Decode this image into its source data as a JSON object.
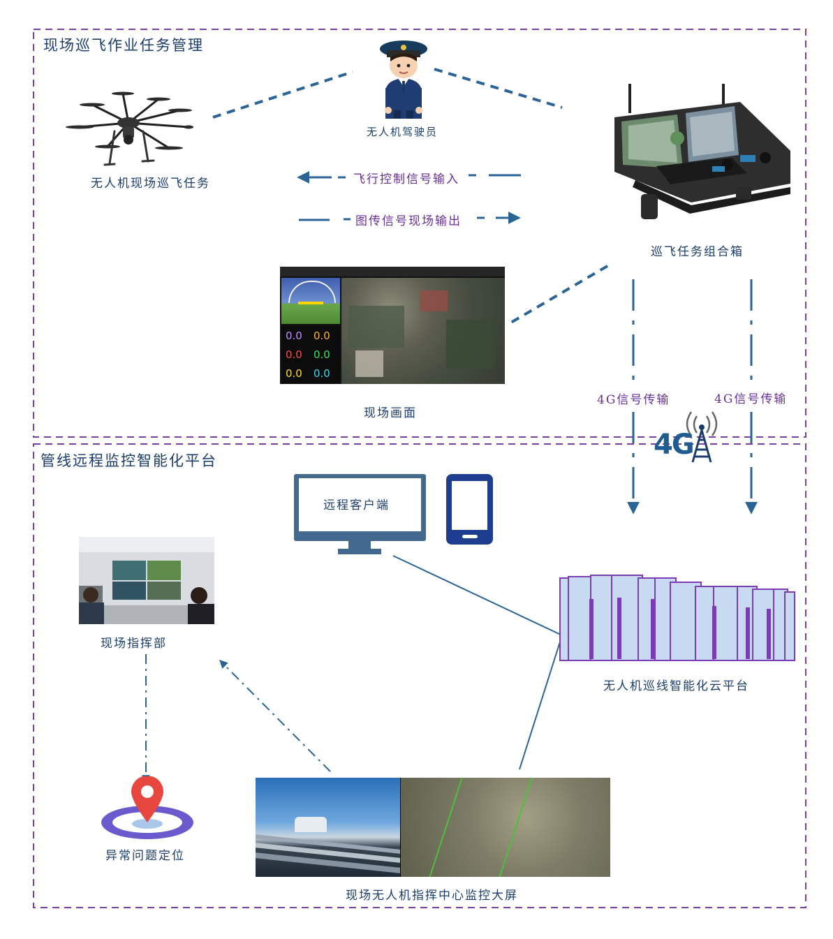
{
  "sections": {
    "top_title": "现场巡飞作业任务管理",
    "bottom_title": "管线远程监控智能化平台"
  },
  "nodes": {
    "drone": "无人机现场巡飞任务",
    "pilot": "无人机驾驶员",
    "case": "巡飞任务组合箱",
    "scene": "现场画面",
    "remote_client": "远程客户端",
    "command_post": "现场指挥部",
    "cloud": "无人机巡线智能化云平台",
    "anomaly": "异常问题定位",
    "big_screen": "现场无人机指挥中心监控大屏"
  },
  "signals": {
    "flight_control": "飞行控制信号输入",
    "video_out": "图传信号现场输出",
    "g4_left": "4G信号传输",
    "g4_right": "4G信号传输",
    "g4_badge": "4G"
  },
  "scene_readouts": [
    "0.0",
    "0.0",
    "0.0",
    "0.0",
    "0.0",
    "0.0"
  ],
  "colors": {
    "section_border": "#7b3fa5",
    "connector": "#2a6496",
    "label": "#1a3d6e",
    "signal_text": "#6b2f9c",
    "cloud_fill": "#c7daf2",
    "pin": "#e8473f"
  }
}
